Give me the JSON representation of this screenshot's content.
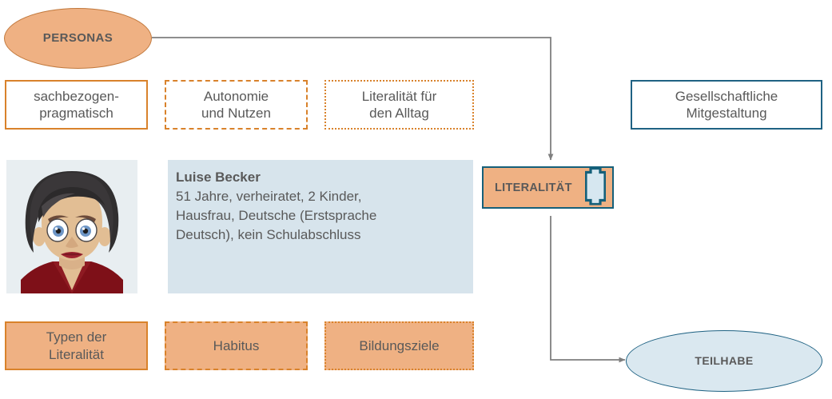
{
  "diagram": {
    "title": "Personas Literalitaet Teilhabe Diagramm",
    "colors": {
      "orange_fill": "#EFB183",
      "orange_border": "#D9822B",
      "blue_border": "#1F6283",
      "teal_border": "#15607A",
      "light_blue_fill": "#DAE8F0",
      "desc_bg": "#D7E4EC",
      "text": "#595959",
      "connector": "#7F7F7F"
    }
  },
  "nodes": {
    "personas_ellipse": {
      "label": "PERSONAS"
    },
    "teilhabe_ellipse": {
      "label": "TEILHABE"
    },
    "literalitaet_box": {
      "label": "LITERALITÄT",
      "icon": "book-icon"
    },
    "gesellschaftliche_box": {
      "line1": "Gesellschaftliche",
      "line2": "Mitgestaltung"
    }
  },
  "top_attributes": [
    {
      "line1": "sachbezogen-",
      "line2": "pragmatisch",
      "border_style": "solid"
    },
    {
      "line1": "Autonomie",
      "line2": "und Nutzen",
      "border_style": "dashed"
    },
    {
      "line1": "Literalität für",
      "line2": "den Alltag",
      "border_style": "dotted"
    }
  ],
  "bottom_attributes": [
    {
      "line1": "Typen der",
      "line2": "Literalität",
      "border_style": "solid"
    },
    {
      "line1": "Habitus",
      "line2": "",
      "border_style": "dashed"
    },
    {
      "line1": "Bildungsziele",
      "line2": "",
      "border_style": "dotted"
    }
  ],
  "persona": {
    "image_alt": "portrait-illustration-woman",
    "name": "Luise Becker",
    "detail_line1": "51 Jahre, verheiratet, 2 Kinder,",
    "detail_line2": "Hausfrau, Deutsche (Erstsprache",
    "detail_line3": "Deutsch), kein Schulabschluss"
  },
  "connectors": [
    {
      "name": "personas-to-literalitaet",
      "from": "personas_ellipse",
      "to": "literalitaet_box",
      "arrow": "down"
    },
    {
      "name": "literalitaet-to-teilhabe",
      "from": "literalitaet_box",
      "to": "teilhabe_ellipse",
      "arrow": "right"
    }
  ]
}
